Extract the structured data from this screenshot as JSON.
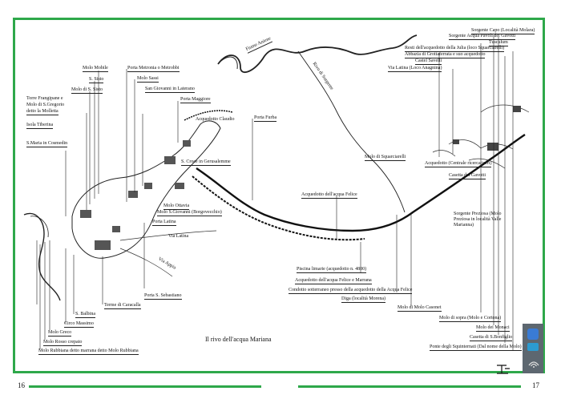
{
  "title": "Il rivo dell'acqua Mariana",
  "pages": {
    "left": "16",
    "right": "17"
  },
  "colors": {
    "frame": "#2ea84a",
    "ink": "#1a1a1a",
    "sidebar": "#5d6770"
  },
  "labels": {
    "fiume_aniene": "Fiume Aniene",
    "rivo_sorgente": "Rivo di Sorgente",
    "porta_metronia": "Porta Metronia o Metrobbi",
    "molo_mobile": "Molo Mobile",
    "s_sisto": "S. Sisto",
    "molo_sisto": "Molo di S. Sisto",
    "torre_frangipane": "Torre Frangipane e",
    "molo_gregorio": "Molo di S.Gregorio",
    "detto_molletta": "detto la Molletta",
    "isola_tiberina": "Isola Tiberina",
    "s_maria_cosmedin": "S.Maria in Cosmedin",
    "molo_sassi": "Molo Sassi",
    "s_giovanni_laterano": "San Giovanni in Laterano",
    "porta_maggiore": "Porta Maggiore",
    "acquedotto_claudio": "Acquedotto Claudio",
    "porta_furba": "Porta Furba",
    "s_croce": "S. Croce in Gerusalemme",
    "molo_ottavia": "Molo Ottavia",
    "molo_s_giovanni": "Molo S.Giovanni (Borgovecchio)",
    "porta_latina": "Porta Latina",
    "via_latina": "Via Latina",
    "via_appia": "Via Appia",
    "porta_s_sebastiano": "Porta S. Sebastiano",
    "terme_caracalla": "Terme di Caracalla",
    "s_balbina": "S. Balbina",
    "circo_massimo": "Circo Massimo",
    "molo_greco": "Molo Greco",
    "molo_rosso": "Molo Rosso crepato",
    "molo_rubbiana": "Molo Rubbiana detto marrana detto Molo Rubbiana",
    "acquedotto_felice": "Acquedotto dell'acqua Felice",
    "piscina_limarie": "Piscina limarie (acquedotto n. 4800)",
    "acquedotto_felice2": "Acquedotto dell'acqua Felice e Marrana",
    "condotto": "Condotto sotterraneo presso della acquedotto della Acqua Felice",
    "diga": "Diga (località Morena)",
    "molo_giovanni": "Molo di Molo Casonet",
    "molo_sopra": "Molo di sopra (Molo e Cortona)",
    "molo_monaci": "Molo dei Monaci",
    "casetta_s_bonfiglio": "Casetta di S.Bonfiglio",
    "ponte_squinternati": "Ponte degli Squinternati (Dal nome della Molo)",
    "molo_squarciarelli": "Molo di Squarciarelli",
    "casetta_gavotti": "Casetta dei Gavotti",
    "sorgente_preziosa": "Sorgente Preziosa (Molo Preziosa in località Valle Marianna)",
    "acquedotto_centrali": "Acquedotto (Centrale ricerca torri)",
    "sorgente_capo": "Sorgente Capo (Località Molara)",
    "sorgente_acqua": "Sorgente Acqua Pavoli dei Gavotti",
    "tusculum": "Tusculum",
    "resti_acquedotto": "Resti dell'acquedotto della Julia (loco Squarciarelli)",
    "abbazia": "Abbazia di Grottaferrata e suo acquedotto",
    "castel_savelli": "Castel Savelli",
    "via_latina2": "Via Latina (Loco Anagnina)"
  }
}
